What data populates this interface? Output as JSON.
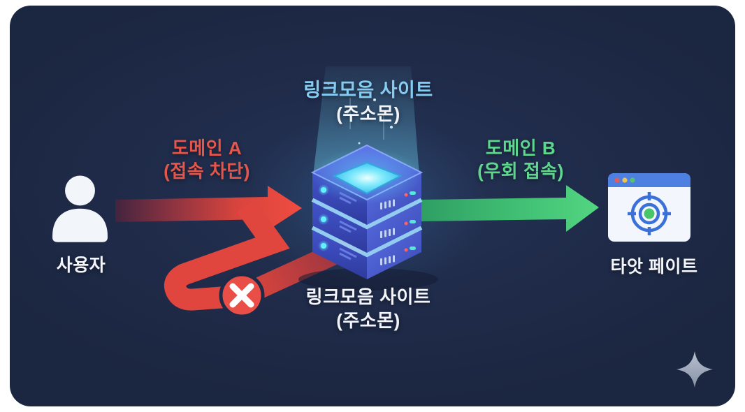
{
  "colors": {
    "outer_bg": "#ffffff",
    "panel_bg": "#1e2a47",
    "blocked_red": "#e8473e",
    "bypass_green": "#4ed77f",
    "hub_title_blue": "#86ccf2",
    "text_white": "#f3f5fa",
    "server_blue": "#4a5fd4",
    "server_glow_cyan": "#7ee9fb"
  },
  "hub": {
    "icon": "server-stack-icon",
    "top": {
      "title": "링크모음 사이트",
      "subtitle": "(주소몬)"
    },
    "bottom": {
      "title": "링크모음 사이트",
      "subtitle": "(주소몬)"
    }
  },
  "user": {
    "label": "사용자",
    "icon": "user-icon"
  },
  "target": {
    "label": "타앗 페이트",
    "icon": "browser-target-icon"
  },
  "edges": {
    "blocked": {
      "line1": "도메인 A",
      "line2": "(접속 차단)",
      "icon": "red-arrow-right-icon",
      "badge": "x-circle-icon"
    },
    "bypass": {
      "line1": "도메인 B",
      "line2": "(우회 접속)",
      "icon": "green-arrow-right-icon"
    }
  },
  "decor": {
    "sparkle": "sparkle-icon"
  }
}
